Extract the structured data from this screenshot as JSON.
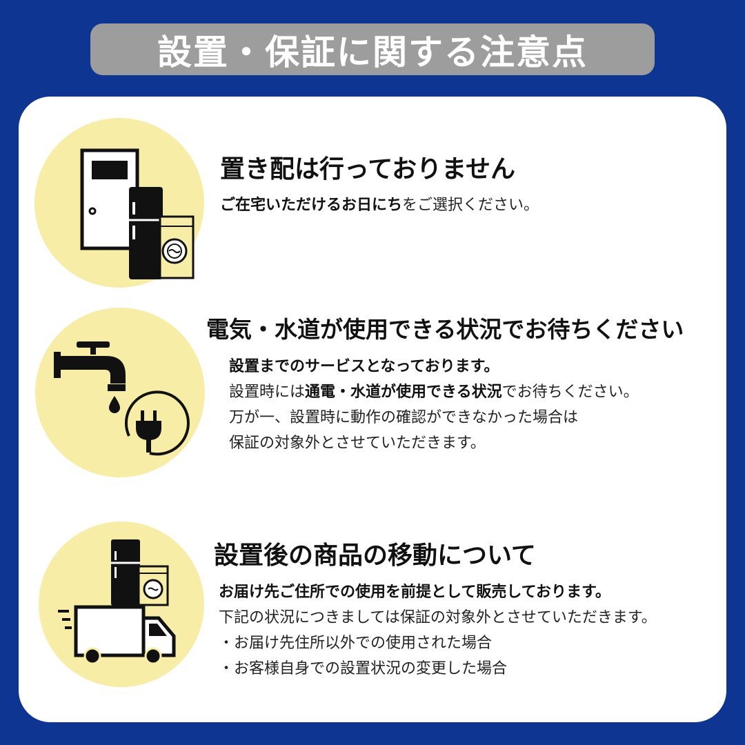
{
  "title": "設置・保証に関する注意点",
  "sections": [
    {
      "icon": "door-fridge-washer-icon",
      "heading": "置き配は行っておりません",
      "lines": [
        {
          "bold": "ご在宅いただけるお日にち",
          "normal": "をご選択ください。"
        }
      ]
    },
    {
      "icon": "faucet-plug-icon",
      "heading": "電気・水道が使用できる状況でお待ちください",
      "lines": [
        {
          "bold": "設置までのサービスとなっております。"
        },
        {
          "pre": "設置時には",
          "bold": "通電・水道が使用できる状況",
          "post": "でお待ちください。"
        },
        {
          "normal": "万が一、設置時に動作の確認ができなかった場合は"
        },
        {
          "normal": "保証の対象外とさせていただきます。"
        }
      ]
    },
    {
      "icon": "truck-appliances-icon",
      "heading": "設置後の商品の移動について",
      "lines": [
        {
          "bold": "お届け先ご住所での使用を前提として販売しております。"
        },
        {
          "normal": "下記の状況につきましては保証の対象外とさせていただきます。"
        },
        {
          "normal": "・お届け先住所以外での使用された場合"
        },
        {
          "normal": "・お客様自身での設置状況の変更した場合"
        }
      ]
    }
  ],
  "colors": {
    "background": "#0d3591",
    "title_bar": "#9d9d9d",
    "card": "#ffffff",
    "icon_circle": "#f8eda7"
  }
}
